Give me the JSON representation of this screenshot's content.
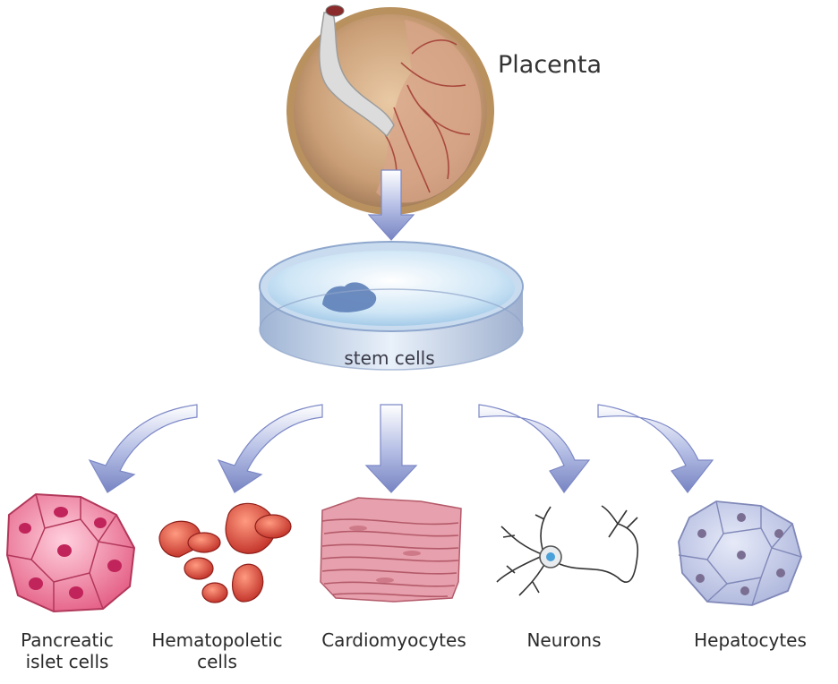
{
  "source": {
    "label": "Placenta"
  },
  "dish": {
    "label": "stem cells"
  },
  "cell_types": [
    {
      "line1": "Pancreatic",
      "line2": "islet cells"
    },
    {
      "line1": "Hematopoletic",
      "line2": "cells"
    },
    {
      "line1": "Cardiomyocytes",
      "line2": ""
    },
    {
      "line1": "Neurons",
      "line2": ""
    },
    {
      "line1": "Hepatocytes",
      "line2": ""
    }
  ],
  "colors": {
    "arrow": "#8f9bd0",
    "placenta": "#c9a07a",
    "dish": "#bcd7ee",
    "pancreatic": "#e86a8e",
    "blood": "#d9443a",
    "muscle": "#e7a0ad",
    "neuron": "#3a3a3a",
    "hepatocyte": "#b8bfe0"
  }
}
